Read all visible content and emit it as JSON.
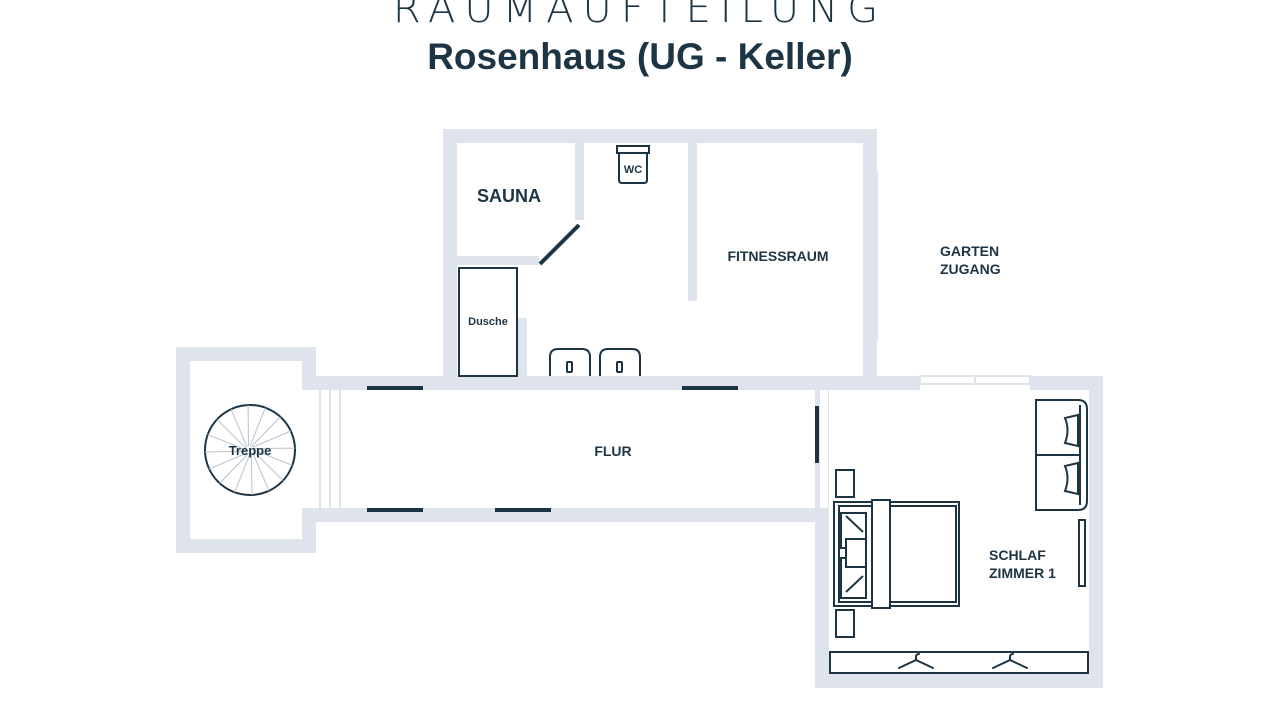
{
  "header": {
    "title": "RAUMAUFTEILUNG",
    "subtitle": "Rosenhaus (UG - Keller)"
  },
  "rooms": {
    "sauna": "SAUNA",
    "wc": "WC",
    "dusche": "Dusche",
    "fitness": "FITNESSRAUM",
    "garten_line1": "GARTEN",
    "garten_line2": "ZUGANG",
    "treppe": "Treppe",
    "flur": "FLUR",
    "schlaf_line1": "SCHLAF",
    "schlaf_line2": "ZIMMER 1"
  },
  "colors": {
    "wall": "#dfe3ec",
    "ink": "#1d3444"
  }
}
